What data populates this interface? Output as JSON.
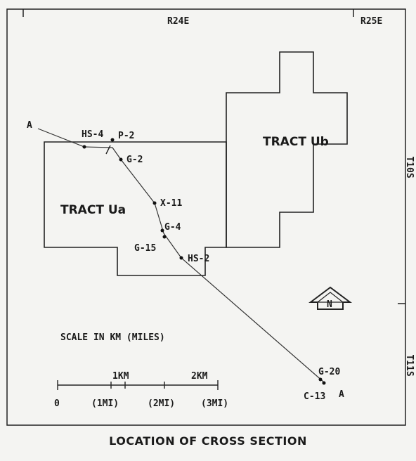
{
  "ranges": {
    "r24": "R24E",
    "r25": "R25E"
  },
  "townships": {
    "t10": "T10S",
    "t11": "T11S"
  },
  "tracts": {
    "ua": "TRACT Ua",
    "ub": "TRACT Ub"
  },
  "section_line": {
    "start": "A",
    "end": "A"
  },
  "wells": {
    "hs4": "HS-4",
    "p2": "P-2",
    "g2": "G-2",
    "x11": "X-11",
    "g4": "G-4",
    "g15": "G-15",
    "hs2": "HS-2",
    "g20": "G-20",
    "c13": "C-13"
  },
  "north_arrow": "N",
  "scale": {
    "title": "SCALE IN KM (MILES)",
    "km_labels": [
      "1KM",
      "2KM"
    ],
    "bottom_labels": [
      "0",
      "(1MI)",
      "(2MI)",
      "(3MI)"
    ]
  },
  "caption": "LOCATION OF CROSS SECTION"
}
